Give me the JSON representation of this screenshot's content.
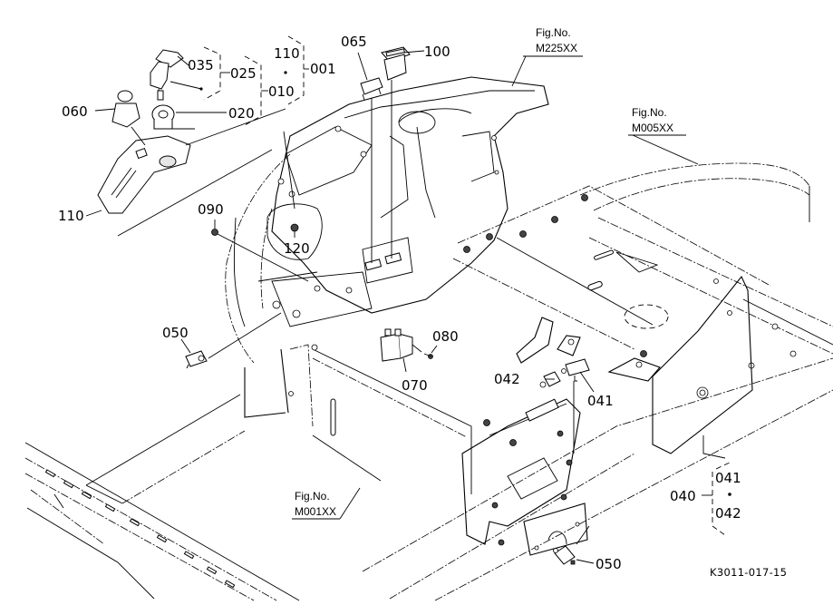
{
  "diagram": {
    "type": "exploded-parts-diagram",
    "drawing_code": "K3011-017-15",
    "part_callouts": [
      {
        "id": "callout-035",
        "label": "035"
      },
      {
        "id": "callout-025",
        "label": "025"
      },
      {
        "id": "callout-110-top",
        "label": "110"
      },
      {
        "id": "callout-001",
        "label": "001"
      },
      {
        "id": "callout-010",
        "label": "010"
      },
      {
        "id": "callout-060",
        "label": "060"
      },
      {
        "id": "callout-020",
        "label": "020"
      },
      {
        "id": "callout-065",
        "label": "065"
      },
      {
        "id": "callout-100",
        "label": "100"
      },
      {
        "id": "callout-110",
        "label": "110"
      },
      {
        "id": "callout-090",
        "label": "090"
      },
      {
        "id": "callout-120",
        "label": "120"
      },
      {
        "id": "callout-050-left",
        "label": "050"
      },
      {
        "id": "callout-080",
        "label": "080"
      },
      {
        "id": "callout-070",
        "label": "070"
      },
      {
        "id": "callout-042",
        "label": "042"
      },
      {
        "id": "callout-041",
        "label": "041"
      },
      {
        "id": "callout-040",
        "label": "040"
      },
      {
        "id": "callout-041-group",
        "label": "041"
      },
      {
        "id": "callout-042-group",
        "label": "042"
      },
      {
        "id": "callout-050-bottom",
        "label": "050"
      }
    ],
    "figure_references": [
      {
        "id": "fig-ref-m225",
        "line1": "Fig.No.",
        "line2": "M225XX"
      },
      {
        "id": "fig-ref-m005",
        "line1": "Fig.No.",
        "line2": "M005XX"
      },
      {
        "id": "fig-ref-m001",
        "line1": "Fig.No.",
        "line2": "M001XX"
      }
    ],
    "assemblies": [
      {
        "parent": "001",
        "includes": [
          "110",
          "010"
        ]
      },
      {
        "parent": "010",
        "includes": [
          "025",
          "020"
        ]
      },
      {
        "parent": "025",
        "includes": [
          "035"
        ]
      },
      {
        "parent": "040",
        "includes": [
          "041",
          "042"
        ]
      }
    ]
  }
}
